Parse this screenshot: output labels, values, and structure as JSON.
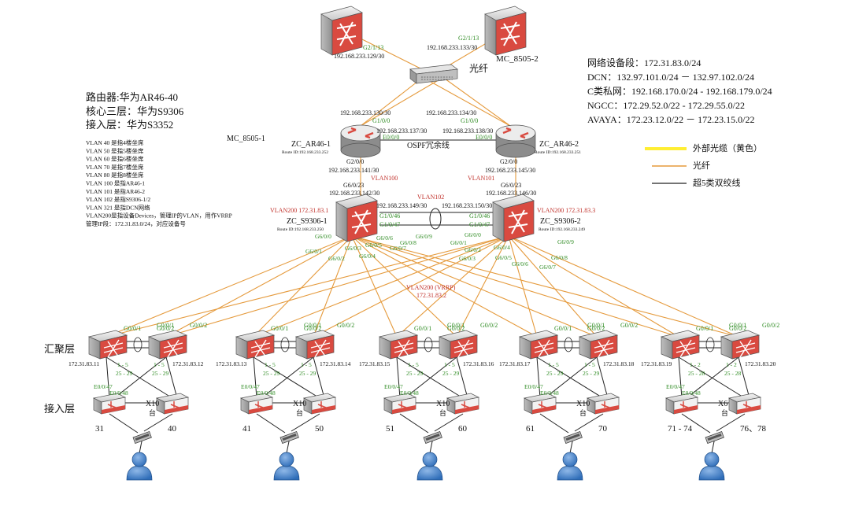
{
  "colors": {
    "fiber": "#e59a3c",
    "copper": "#222222",
    "external_fiber": "#ffee33",
    "green_label": "#2e8b22",
    "red_label": "#c0302a",
    "switch_red": "#d94a40"
  },
  "mc_top_left": {
    "port": "G2/1/13",
    "ip": "192.168.233.129/30"
  },
  "mc_top_right": {
    "port": "G2/1/13",
    "ip": "192.168.233.133/30",
    "name": "MC_8505-2"
  },
  "fiber_hub_label": "光纤",
  "mc1_name": "MC_8505-1",
  "router1": {
    "name": "ZC_AR46-1",
    "route_id": "Route ID:192.168.233.252",
    "up_ip": "192.168.233.130/30",
    "up_port": "G1/0/0",
    "link_ip": "192.168.233.137/30",
    "link_port": "E0/0/0",
    "down_port": "G2/0/0",
    "down_ip": "192.168.233.141/30"
  },
  "router2": {
    "name": "ZC_AR46-2",
    "route_id": "Route ID:192.168.233.251",
    "up_ip": "192.168.233.134/30",
    "up_port": "G1/0/0",
    "link_ip": "192.168.233.138/30",
    "link_port": "E0/0/0",
    "down_port": "G2/0/0",
    "down_ip": "192.168.233.145/30"
  },
  "ospf_label": "OSPF冗余线",
  "core1": {
    "name": "ZC_S9306-1",
    "route_id": "Route ID:192.168.233.250",
    "vlan100": "VLAN100",
    "up_port": "G6/0/23",
    "up_ip": "192.168.233.142/30",
    "vlan200": "VLAN200  172.31.83.1",
    "lag_ip": "192.168.233.149/30",
    "p46": "G1/0/46",
    "p47": "G1/0/47",
    "down_ports": [
      "G6/0/0",
      "G6/0/1",
      "G6/0/2",
      "G6/0/3",
      "G6/0/4",
      "G6/0/5",
      "G6/0/6",
      "G6/0/7",
      "G6/0/8",
      "G6/0/9"
    ]
  },
  "core2": {
    "name": "ZC_S9306-2",
    "route_id": "Route ID:192.168.233.249",
    "vlan101": "VLAN101",
    "up_port": "G6/0/23",
    "up_ip": "192.168.233.146/30",
    "vlan200": "VLAN200  172.31.83.3",
    "lag_ip": "192.168.233.150/30",
    "p46": "G1/0/46",
    "p47": "G1/0/47",
    "down_ports": [
      "G6/0/0",
      "G6/0/1",
      "G6/0/2",
      "G6/0/3",
      "G6/0/4",
      "G6/0/5",
      "G6/0/6",
      "G6/0/7",
      "G6/0/8",
      "G6/0/9"
    ]
  },
  "vlan102": "VLAN102",
  "vrrp_label": "VLAN200 (VRRP)",
  "vrrp_ip": "172.31.83.2",
  "left_info": {
    "router_line": "路由器:华为AR46-40",
    "core_line": "核心三层：华为S9306",
    "access_line": "接入层：华为S3352",
    "vlans": [
      "VLAN 40 是指4楼坐席",
      "VLAN 50 是指5楼坐席",
      "VLAN 60 是指6楼坐席",
      "VLAN 70 是指7楼坐席",
      "VLAN 80 是指8楼坐席",
      "VLAN 100 是指AR46-1",
      "VLAN 101 是指AR46-2",
      "VLAN 102 是指S9306-1/2",
      "VLAN 321 是指DCN网络",
      "VLAN200是指设备Devices，管理IP的VLAN，用作VRRP",
      "管理IP段：172.31.83.0/24，对应设备号"
    ]
  },
  "right_info": [
    "网络设备段：172.31.83.0/24",
    "DCN：132.97.101.0/24  －  132.97.102.0/24",
    "C类私网：192.168.170.0/24 - 192.168.179.0/24",
    "NGCC：172.29.52.0/22 - 172.29.55.0/22",
    "AVAYA：172.23.12.0/22  －  172.23.15.0/22"
  ],
  "legend": [
    {
      "label": "外部光缆（黄色）"
    },
    {
      "label": "光纤"
    },
    {
      "label": "超5类双绞线"
    }
  ],
  "layer_labels": {
    "aggregation": "汇聚层",
    "access": "接入层"
  },
  "groups": [
    {
      "agg_left_ip": "172.31.83.11",
      "agg_right_ip": "172.31.83.12",
      "port_l": "G0/0/1",
      "port_r": "G0/0/2",
      "port_l2": "G0/0/2",
      "port_r2": "G0/0/1",
      "range1": "1 - 5",
      "range2": "25 - 29",
      "range1b": "1 - 5",
      "range2b": "25 - 29",
      "e47": "E0/0/47",
      "e48": "E0/0/48",
      "count": "X10",
      "unit": "台",
      "left_num": "31",
      "right_num": "40"
    },
    {
      "agg_left_ip": "172.31.83.13",
      "agg_right_ip": "172.31.83.14",
      "port_l": "G0/0/1",
      "port_r": "G0/0/2",
      "port_l2": "G0/0/2",
      "port_r2": "G0/0/1",
      "range1": "1 - 5",
      "range2": "25 - 29",
      "range1b": "1 - 5",
      "range2b": "25 - 29",
      "e47": "E0/0/47",
      "e48": "E0/0/48",
      "count": "X10",
      "unit": "台",
      "left_num": "41",
      "right_num": "50"
    },
    {
      "agg_left_ip": "172.31.83.15",
      "agg_right_ip": "172.31.83.16",
      "port_l": "G0/0/1",
      "port_r": "G0/0/2",
      "port_l2": "G0/0/2",
      "port_r2": "G0/0/1",
      "range1": "1 - 5",
      "range2": "25 - 29",
      "range1b": "1 - 5",
      "range2b": "25 - 29",
      "e47": "E0/0/47",
      "e48": "E0/0/48",
      "count": "X10",
      "unit": "台",
      "left_num": "51",
      "right_num": "60"
    },
    {
      "agg_left_ip": "172.31.83.17",
      "agg_right_ip": "172.31.83.18",
      "port_l": "G0/0/1",
      "port_r": "G0/0/2",
      "port_l2": "G0/0/2",
      "port_r2": "G0/0/1",
      "range1": "1 - 5",
      "range2": "25 - 29",
      "range1b": "1 - 5",
      "range2b": "25 - 29",
      "e47": "E0/0/47",
      "e48": "E0/0/48",
      "count": "X10",
      "unit": "台",
      "left_num": "61",
      "right_num": "70"
    },
    {
      "agg_left_ip": "172.31.83.19",
      "agg_right_ip": "172.31.83.20",
      "port_l": "G0/0/1",
      "port_r": "G0/0/2",
      "port_l2": "G0/0/2",
      "port_r2": "G0/0/1",
      "range1": "1 - 2",
      "range2": "25 - 28",
      "range1b": "1 - 2",
      "range2b": "25 - 28",
      "e47": "E0/0/47",
      "e48": "E0/0/48",
      "count": "X6",
      "unit": "台",
      "left_num": "71 - 74",
      "right_num": "76、78"
    }
  ]
}
